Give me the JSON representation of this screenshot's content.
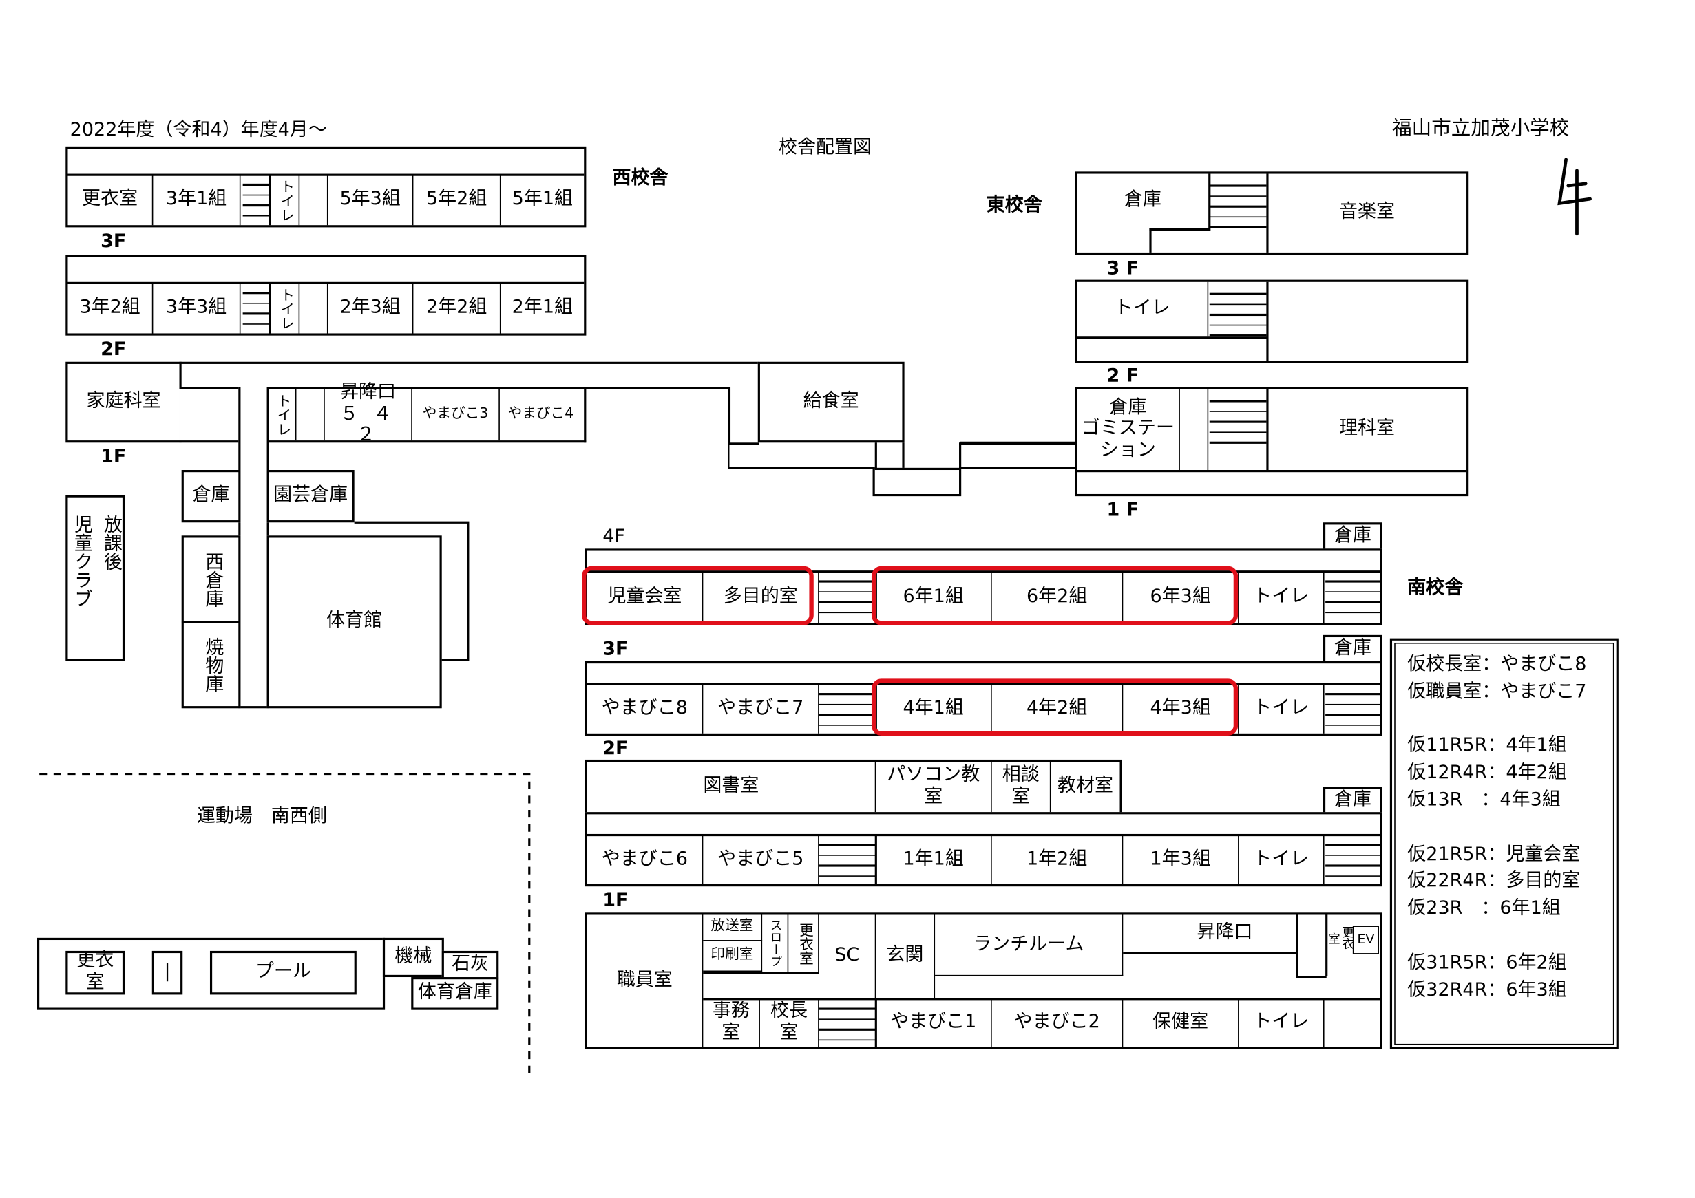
{
  "header": {
    "date": "2022年度（令和4）年度4月～",
    "title": "校舎配置図",
    "school": "福山市立加茂小学校",
    "north_mark": "北"
  },
  "buildings": {
    "west": "西校舎",
    "east": "東校舎",
    "south": "南校舎"
  },
  "west": {
    "f3": {
      "floor": "3F",
      "rooms": [
        "更衣室",
        "3年1組",
        "トイレ",
        "5年3組",
        "5年2組",
        "5年1組"
      ]
    },
    "f2": {
      "floor": "2F",
      "rooms": [
        "3年2組",
        "3年3組",
        "トイレ",
        "2年3組",
        "2年2組",
        "2年1組"
      ]
    },
    "f1": {
      "floor": "1F",
      "rooms": [
        "家庭科室",
        "トイレ",
        "昇降口",
        "５ ４ ２",
        "やまびこ3",
        "やまびこ4"
      ]
    }
  },
  "corridor": {
    "kitchen": "給食室"
  },
  "annex": {
    "storage": "倉庫",
    "garden": "園芸倉庫",
    "west_storage": "西倉庫",
    "kiln": "焼物庫",
    "gym": "体育館",
    "club": "児童クラブ",
    "club2": "放課後"
  },
  "east": {
    "f3": {
      "floor": "3 F",
      "rooms": [
        "倉庫",
        "音楽室"
      ]
    },
    "f2": {
      "floor": "2 F",
      "rooms": [
        "トイレ"
      ]
    },
    "f1": {
      "floor": "1 F",
      "rooms": [
        "倉庫",
        "ゴミステー",
        "ション",
        "理科室"
      ]
    }
  },
  "south": {
    "f4": {
      "floor": "4F",
      "rooms": [
        "児童会室",
        "多目的室",
        "6年1組",
        "6年2組",
        "6年3組",
        "トイレ",
        "倉庫"
      ]
    },
    "f3": {
      "floor": "3F",
      "rooms": [
        "やまびこ8",
        "やまびこ7",
        "4年1組",
        "4年2組",
        "4年3組",
        "トイレ",
        "倉庫"
      ]
    },
    "f2": {
      "floor": "2F",
      "rooms_top": [
        "図書室",
        "パソコン教",
        "室",
        "相談",
        "室",
        "教材室",
        "倉庫"
      ],
      "rooms": [
        "やまびこ6",
        "やまびこ5",
        "1年1組",
        "1年2組",
        "1年3組",
        "トイレ"
      ]
    },
    "f1": {
      "floor": "1F",
      "rooms": [
        "職員室",
        "放送室",
        "印刷室",
        "スロープ",
        "更衣室",
        "SC",
        "玄関",
        "ランチルーム",
        "昇降口",
        "更衣室",
        "EV",
        "事務",
        "室",
        "校長",
        "室",
        "やまびこ1",
        "やまびこ2",
        "保健室",
        "トイレ"
      ]
    }
  },
  "grounds": {
    "field": "運動場　南西側",
    "changing": "更衣室",
    "pool": "プール",
    "pool_mark": "|",
    "machine": "機械",
    "lime": "石灰",
    "gym_storage": "体育倉庫"
  },
  "legend": [
    "仮校長室：やまびこ8",
    "仮職員室：やまびこ7",
    "",
    "仮11R5R：4年1組",
    "仮12R4R：4年2組",
    "仮13R　：4年3組",
    "",
    "仮21R5R：児童会室",
    "仮22R4R：多目的室",
    "仮23R　：6年1組",
    "",
    "仮31R5R：6年2組",
    "仮32R4R：6年3組"
  ]
}
